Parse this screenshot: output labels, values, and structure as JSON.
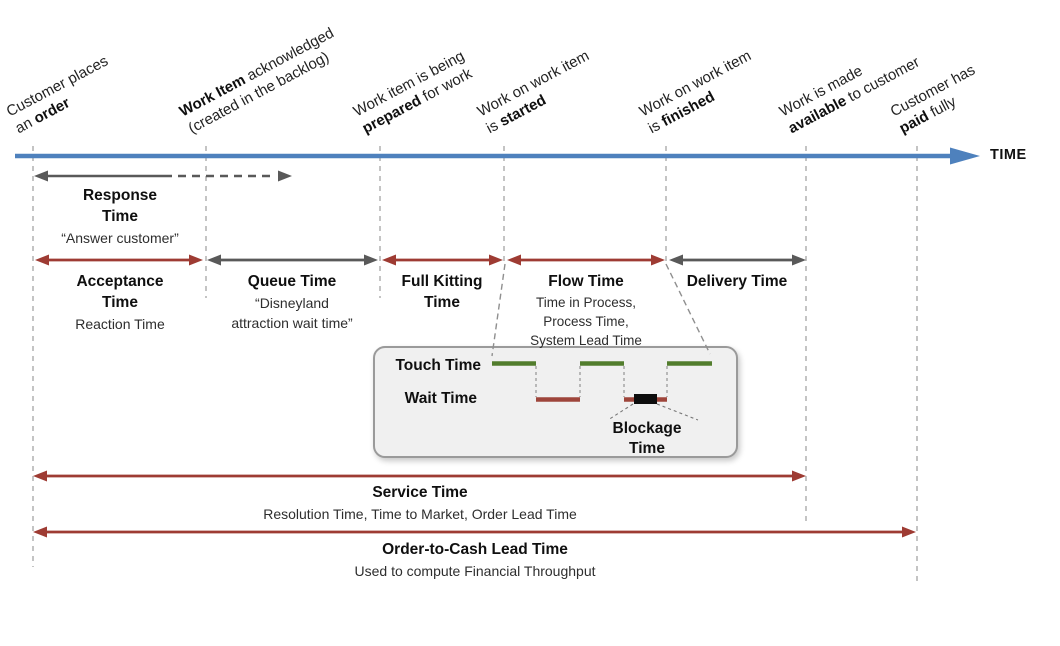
{
  "colors": {
    "timeline_blue": "#4e81bd",
    "arrow_red": "#9e3b33",
    "arrow_gray": "#595959",
    "dashed_guide_gray": "#b5b5b5",
    "touch_green": "#527d2d",
    "wait_red": "#9e453b",
    "blockage_black": "#0d0d0d",
    "zoom_box_fill": "#f0f0f0"
  },
  "timeline": {
    "label": "TIME"
  },
  "milestones": [
    {
      "id": "order",
      "lines": [
        [
          {
            "t": "Customer places",
            "b": false
          }
        ],
        [
          {
            "t": "an ",
            "b": false
          },
          {
            "t": "order",
            "b": true
          }
        ]
      ]
    },
    {
      "id": "acknowledged",
      "lines": [
        [
          {
            "t": "Work Item",
            "b": true
          },
          {
            "t": " acknowledged",
            "b": false
          }
        ],
        [
          {
            "t": "(created in the backlog)",
            "b": false
          }
        ]
      ]
    },
    {
      "id": "prepared",
      "lines": [
        [
          {
            "t": "Work item is being",
            "b": false
          }
        ],
        [
          {
            "t": "prepared",
            "b": true
          },
          {
            "t": " for work",
            "b": false
          }
        ]
      ]
    },
    {
      "id": "started",
      "lines": [
        [
          {
            "t": "Work on work item",
            "b": false
          }
        ],
        [
          {
            "t": "is ",
            "b": false
          },
          {
            "t": "started",
            "b": true
          }
        ]
      ]
    },
    {
      "id": "finished",
      "lines": [
        [
          {
            "t": "Work on work item",
            "b": false
          }
        ],
        [
          {
            "t": "is ",
            "b": false
          },
          {
            "t": "finished",
            "b": true
          }
        ]
      ]
    },
    {
      "id": "available",
      "lines": [
        [
          {
            "t": "Work is made",
            "b": false
          }
        ],
        [
          {
            "t": "available",
            "b": true
          },
          {
            "t": " to customer",
            "b": false
          }
        ]
      ]
    },
    {
      "id": "paid",
      "lines": [
        [
          {
            "t": "Customer has",
            "b": false
          }
        ],
        [
          {
            "t": "paid",
            "b": true
          },
          {
            "t": " fully",
            "b": false
          }
        ]
      ]
    }
  ],
  "spans": {
    "response": {
      "title": "Response\nTime",
      "subtitle": "“Answer customer”"
    },
    "acceptance": {
      "title": "Acceptance\nTime",
      "subtitle": "Reaction Time"
    },
    "queue": {
      "title": "Queue Time",
      "subtitle": "“Disneyland\nattraction wait time”"
    },
    "full_kitting": {
      "title": "Full Kitting\nTime"
    },
    "flow": {
      "title": "Flow Time",
      "subtitle": "Time in Process,\nProcess Time,\nSystem Lead Time"
    },
    "delivery": {
      "title": "Delivery Time"
    },
    "service": {
      "title": "Service Time",
      "subtitle": "Resolution Time, Time to Market, Order Lead Time"
    },
    "order_to_cash": {
      "title": "Order-to-Cash Lead Time",
      "subtitle": "Used to compute Financial Throughput"
    }
  },
  "zoom_box": {
    "touch_label": "Touch Time",
    "wait_label": "Wait Time",
    "blockage_label": "Blockage\nTime"
  }
}
